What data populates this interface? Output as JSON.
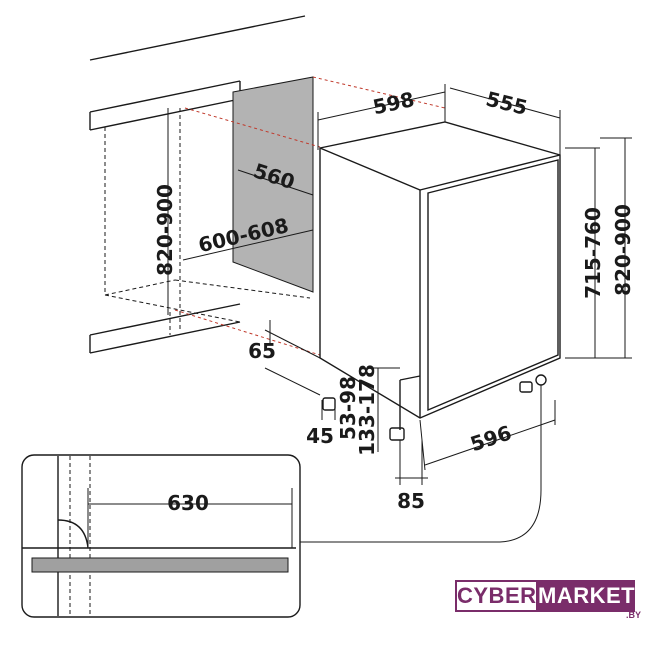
{
  "dimensions": {
    "width_598": "598",
    "depth_555": "555",
    "depth_560": "560",
    "width_600_608": "600-608",
    "height_820_900_left": "820-900",
    "height_715_760": "715-760",
    "height_820_900_right": "820-900",
    "plinth_65": "65",
    "foot_45": "45",
    "foot_53_98": "53-98",
    "foot_133_178": "133-178",
    "width_596": "596",
    "offset_85": "85",
    "detail_630": "630"
  },
  "logo": {
    "part1": "CYBER",
    "part2": "MARKET",
    "suffix": ".BY"
  },
  "colors": {
    "line": "#1a1a1a",
    "red_dash": "#c0392b",
    "niche_panel": "#b3b3b3",
    "detail_bar": "#a0a0a0",
    "logo_brand": "#7a2d6a"
  }
}
